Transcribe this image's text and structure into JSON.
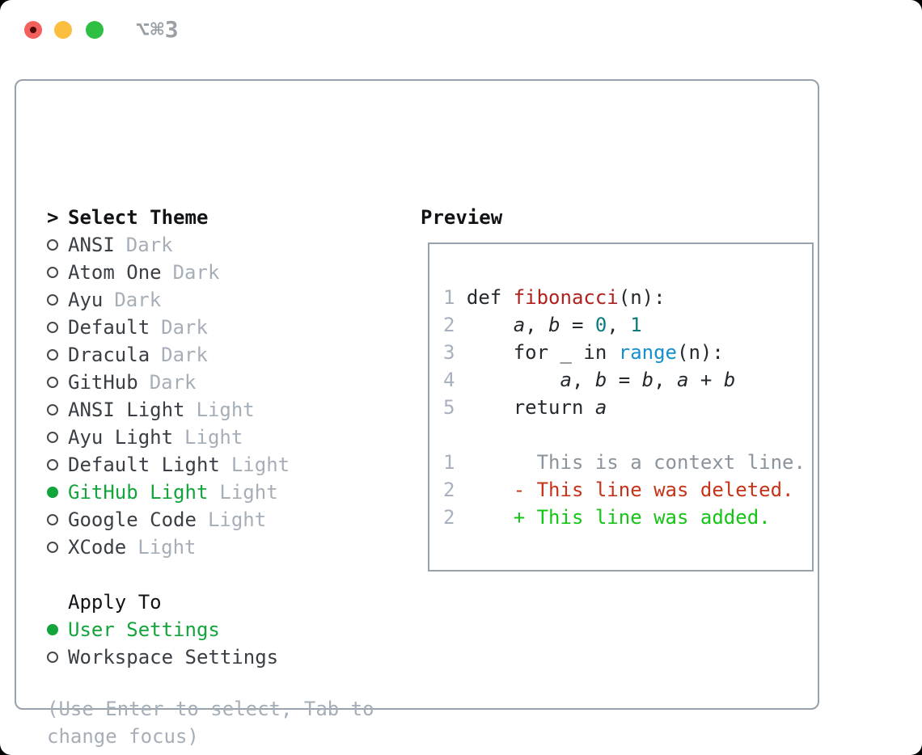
{
  "window": {
    "title": "⌥⌘3",
    "controls": {
      "close": "close",
      "minimize": "minimize",
      "zoom": "zoom"
    }
  },
  "colors": {
    "border": "#98a2ac",
    "heading": "#111316",
    "item": "#3a3f45",
    "muted": "#a6aeb8",
    "accent_green": "#13a43c",
    "lineno": "#a9b0bd",
    "code_plain": "#24292e",
    "code_fn": "#b0211f",
    "code_num": "#0c7b7d",
    "code_call": "#1590cd",
    "diff_ctx": "#8b939c",
    "diff_del": "#c53418",
    "diff_add": "#15c515",
    "title_gray": "#9aa0a5",
    "tl_red": "#f4615c",
    "tl_red_dot": "#4a0b07",
    "tl_yellow": "#fcbe3e",
    "tl_green": "#2fc043"
  },
  "theme_picker": {
    "prompt": ">",
    "heading": "Select Theme",
    "items": [
      {
        "name": "ANSI",
        "variant": "Dark",
        "selected": false
      },
      {
        "name": "Atom One",
        "variant": "Dark",
        "selected": false
      },
      {
        "name": "Ayu",
        "variant": "Dark",
        "selected": false
      },
      {
        "name": "Default",
        "variant": "Dark",
        "selected": false
      },
      {
        "name": "Dracula",
        "variant": "Dark",
        "selected": false
      },
      {
        "name": "GitHub",
        "variant": "Dark",
        "selected": false
      },
      {
        "name": "ANSI Light",
        "variant": "Light",
        "selected": false
      },
      {
        "name": "Ayu Light",
        "variant": "Light",
        "selected": false
      },
      {
        "name": "Default Light",
        "variant": "Light",
        "selected": false
      },
      {
        "name": "GitHub Light",
        "variant": "Light",
        "selected": true
      },
      {
        "name": "Google Code",
        "variant": "Light",
        "selected": false
      },
      {
        "name": "XCode",
        "variant": "Light",
        "selected": false
      }
    ]
  },
  "apply_to": {
    "heading": "Apply To",
    "options": [
      {
        "label": "User Settings",
        "selected": true
      },
      {
        "label": "Workspace Settings",
        "selected": false
      }
    ]
  },
  "hint": "(Use Enter to select, Tab to change focus)",
  "preview": {
    "heading": "Preview",
    "lines": [
      {
        "num": "1",
        "tokens": [
          {
            "t": "def ",
            "c": "p"
          },
          {
            "t": "fibonacci",
            "c": "fn"
          },
          {
            "t": "(n):",
            "c": "p"
          }
        ]
      },
      {
        "num": "2",
        "tokens": [
          {
            "t": "    ",
            "c": "p"
          },
          {
            "t": "a",
            "c": "var"
          },
          {
            "t": ", ",
            "c": "p"
          },
          {
            "t": "b",
            "c": "var"
          },
          {
            "t": " = ",
            "c": "p"
          },
          {
            "t": "0",
            "c": "num"
          },
          {
            "t": ", ",
            "c": "p"
          },
          {
            "t": "1",
            "c": "num"
          }
        ]
      },
      {
        "num": "3",
        "tokens": [
          {
            "t": "    for _ in ",
            "c": "p"
          },
          {
            "t": "range",
            "c": "call"
          },
          {
            "t": "(n):",
            "c": "p"
          }
        ]
      },
      {
        "num": "4",
        "tokens": [
          {
            "t": "        ",
            "c": "p"
          },
          {
            "t": "a",
            "c": "var"
          },
          {
            "t": ", ",
            "c": "p"
          },
          {
            "t": "b",
            "c": "var"
          },
          {
            "t": " = ",
            "c": "p"
          },
          {
            "t": "b",
            "c": "var"
          },
          {
            "t": ", ",
            "c": "p"
          },
          {
            "t": "a",
            "c": "var"
          },
          {
            "t": " + ",
            "c": "p"
          },
          {
            "t": "b",
            "c": "var"
          }
        ]
      },
      {
        "num": "5",
        "tokens": [
          {
            "t": "    return ",
            "c": "p"
          },
          {
            "t": "a",
            "c": "var"
          }
        ]
      },
      {
        "num": "",
        "tokens": []
      },
      {
        "num": "1",
        "tokens": [
          {
            "t": "      This is a context line.",
            "c": "ctx"
          }
        ]
      },
      {
        "num": "2",
        "tokens": [
          {
            "t": "    ",
            "c": "p"
          },
          {
            "t": "- This line was deleted.",
            "c": "del"
          }
        ]
      },
      {
        "num": "2",
        "tokens": [
          {
            "t": "    ",
            "c": "p"
          },
          {
            "t": "+ This line was added.",
            "c": "add"
          }
        ]
      }
    ]
  }
}
